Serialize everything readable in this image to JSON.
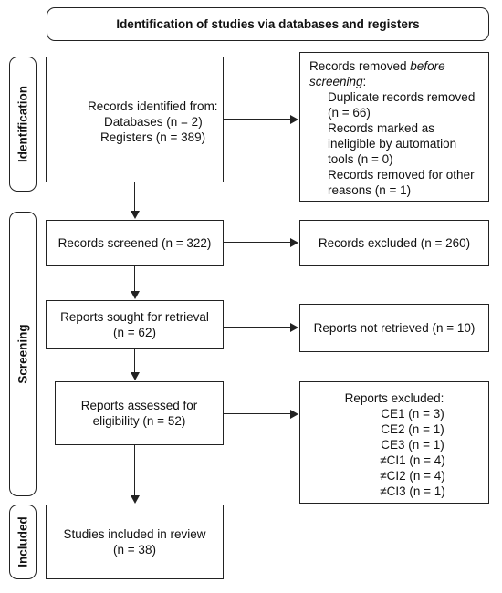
{
  "header": {
    "title": "Identification of studies via databases and registers"
  },
  "phases": {
    "identification": "Identification",
    "screening": "Screening",
    "included": "Included"
  },
  "boxes": {
    "identified": {
      "line1": "Records identified from:",
      "line2": "Databases (n = 2)",
      "line3": "Registers (n = 389)"
    },
    "removed": {
      "title_prefix": "Records removed ",
      "title_italic": "before screening",
      "title_suffix": ":",
      "item1": "Duplicate records removed (n = 66)",
      "item2": "Records marked as ineligible by automation tools (n = 0)",
      "item3": "Records removed for other reasons (n = 1)"
    },
    "screened": {
      "text": "Records screened (n = 322)"
    },
    "excluded": {
      "text": "Records excluded (n = 260)"
    },
    "sought": {
      "line1": "Reports sought for retrieval",
      "line2": "(n = 62)"
    },
    "not_retrieved": {
      "text": "Reports not retrieved (n = 10)"
    },
    "assessed": {
      "line1": "Reports assessed for",
      "line2": "eligibility (n = 52)"
    },
    "reports_excluded": {
      "title": "Reports excluded:",
      "items": [
        "CE1 (n = 3)",
        "CE2 (n = 1)",
        "CE3 (n = 1)",
        "≠CI1 (n = 4)",
        "≠CI2 (n = 4)",
        "≠CI3 (n = 1)"
      ]
    },
    "included": {
      "line1": "Studies included in review",
      "line2": "(n = 38)"
    }
  }
}
